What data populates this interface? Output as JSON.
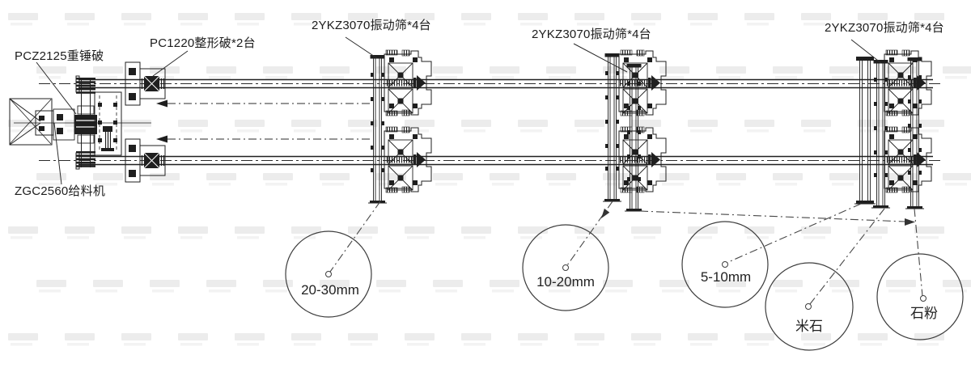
{
  "colors": {
    "background": "#ffffff",
    "line": "#1f1f1f",
    "leader": "#474747",
    "watermark_dark": "#ececec",
    "watermark_light": "#f3f3f3"
  },
  "equipment_labels": {
    "primary_crusher": "PCZ2125重锤破",
    "shaping_crusher": "PC1220整形破*2台",
    "feeder": "ZGC2560给料机",
    "screen_1": "2YKZ3070振动筛*4台",
    "screen_2": "2YKZ3070振动筛*4台",
    "screen_3": "2YKZ3070振动筛*4台"
  },
  "product_outlets": [
    {
      "label": "20-30mm"
    },
    {
      "label": "10-20mm"
    },
    {
      "label": "5-10mm"
    },
    {
      "label": "米石"
    },
    {
      "label": "石粉"
    }
  ]
}
